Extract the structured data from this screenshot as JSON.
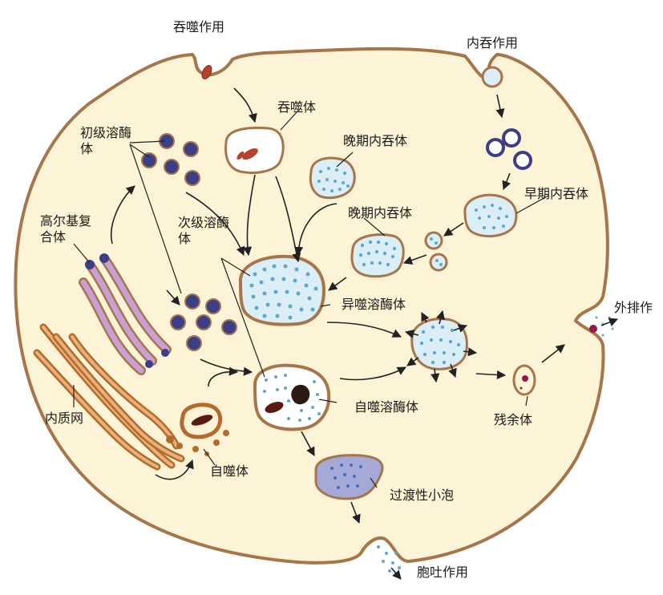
{
  "labels": {
    "phagocytosis": "吞噬作用",
    "endocytosis": "内吞作用",
    "phagosome": "吞噬体",
    "late_endosome_1": "晚期内吞体",
    "late_endosome_2": "晚期内吞体",
    "early_endosome": "早期内吞体",
    "primary_lysosome": "初级溶酶体",
    "golgi_complex": "高尔基复合体",
    "secondary_lysosome": "次级溶酶体",
    "heterophagolysosome": "异噬溶酶体",
    "exocytosis": "外排作",
    "residual_body": "残余体",
    "autophagolysosome": "自噬溶酶体",
    "endoplasmic_reticulum": "内质网",
    "autophagosome": "自噬体",
    "transition_vesicle": "过渡性小泡",
    "exocytosis_bottom": "胞吐作用"
  },
  "colors": {
    "cytoplasm": "#fdf3d6",
    "membrane": "#a7754a",
    "vesicle_fill": "#dbeef6",
    "vesicle_dot": "#5ea8cc",
    "lysosome": "#3c3f86",
    "golgi": "#c7a0d6",
    "er": "#b36a2c",
    "transition": "#a5a9d8"
  }
}
